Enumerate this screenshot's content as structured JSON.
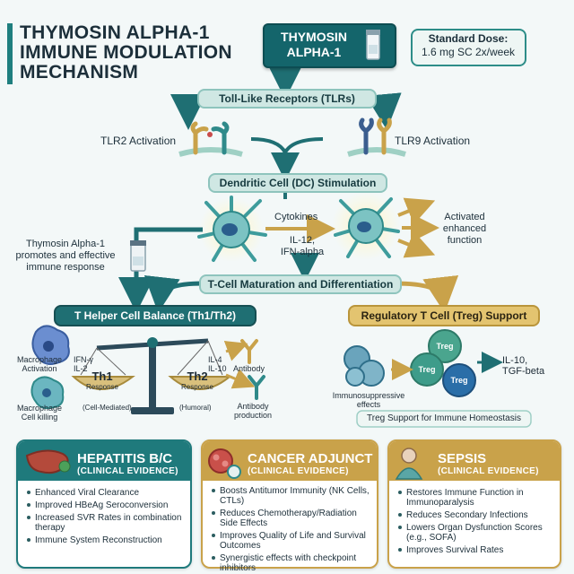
{
  "title": {
    "line1": "THYMOSIN ALPHA-1",
    "line2": "IMMUNE MODULATION",
    "line3": "MECHANISM"
  },
  "drug": {
    "line1": "THYMOSIN",
    "line2": "ALPHA-1"
  },
  "dose": {
    "label": "Standard Dose:",
    "value": "1.6 mg SC 2x/week"
  },
  "tlr": {
    "header": "Toll-Like Receptors (TLRs)",
    "tlr2": "TLR2 Activation",
    "tlr9": "TLR9 Activation"
  },
  "dc": {
    "header": "Dendritic Cell (DC) Stimulation",
    "cytokines": "Cytokines",
    "il12": "IL-12,",
    "ifn": "IFN-alpha",
    "activated": [
      "Activated",
      "enhanced",
      "function"
    ]
  },
  "promotes": [
    "Thymosin Alpha-1",
    "promotes and effective",
    "immune response"
  ],
  "tcell": {
    "header": "T-Cell Maturation and Differentiation"
  },
  "th": {
    "header": "T Helper Cell Balance (Th1/Th2)",
    "macrophage_activation": [
      "Macrophage",
      "Activation"
    ],
    "macrophage_killing": [
      "Macrophage",
      "Cell killing"
    ],
    "ifn": "IFN-γ",
    "il2": "IL-2",
    "il4": "IL-4",
    "il10": "IL-10",
    "th1": "Th1",
    "th1_sub": "Response",
    "th2": "Th2",
    "th2_sub": "Response",
    "cell_mediated": "(Cell-Mediated)",
    "humoral": "(Humoral)",
    "antibody": "Antibody",
    "antibody_production": [
      "Antibody",
      "production"
    ]
  },
  "treg": {
    "header": "Regulatory T Cell (Treg) Support",
    "cell_label": "Treg",
    "immunosuppressive": [
      "Immunosuppressive",
      "effects"
    ],
    "cytokines": [
      "IL-10,",
      "TGF-beta"
    ],
    "footer": "Treg Support for Immune Homeostasis"
  },
  "cards": [
    {
      "title": "HEPATITIS B/C",
      "subtitle": "(CLINICAL EVIDENCE)",
      "color": "#1f7a7c",
      "items": [
        "Enhanced Viral Clearance",
        "Improved HBeAg Seroconversion",
        "Increased SVR Rates in combination therapy",
        "Immune System Reconstruction"
      ]
    },
    {
      "title": "CANCER ADJUNCT",
      "subtitle": "(CLINICAL EVIDENCE)",
      "color": "#c9a24a",
      "items": [
        "Boosts Antitumor Immunity (NK Cells, CTLs)",
        "Reduces Chemotherapy/Radiation Side Effects",
        "Improves Quality of Life and Survival Outcomes",
        "Synergistic effects with checkpoint inhibitors"
      ]
    },
    {
      "title": "SEPSIS",
      "subtitle": "(CLINICAL EVIDENCE)",
      "color": "#c9a24a",
      "items": [
        "Restores Immune Function in Immunoparalysis",
        "Reduces Secondary Infections",
        "Lowers Organ Dysfunction Scores (e.g., SOFA)",
        "Improves Survival Rates"
      ]
    }
  ]
}
